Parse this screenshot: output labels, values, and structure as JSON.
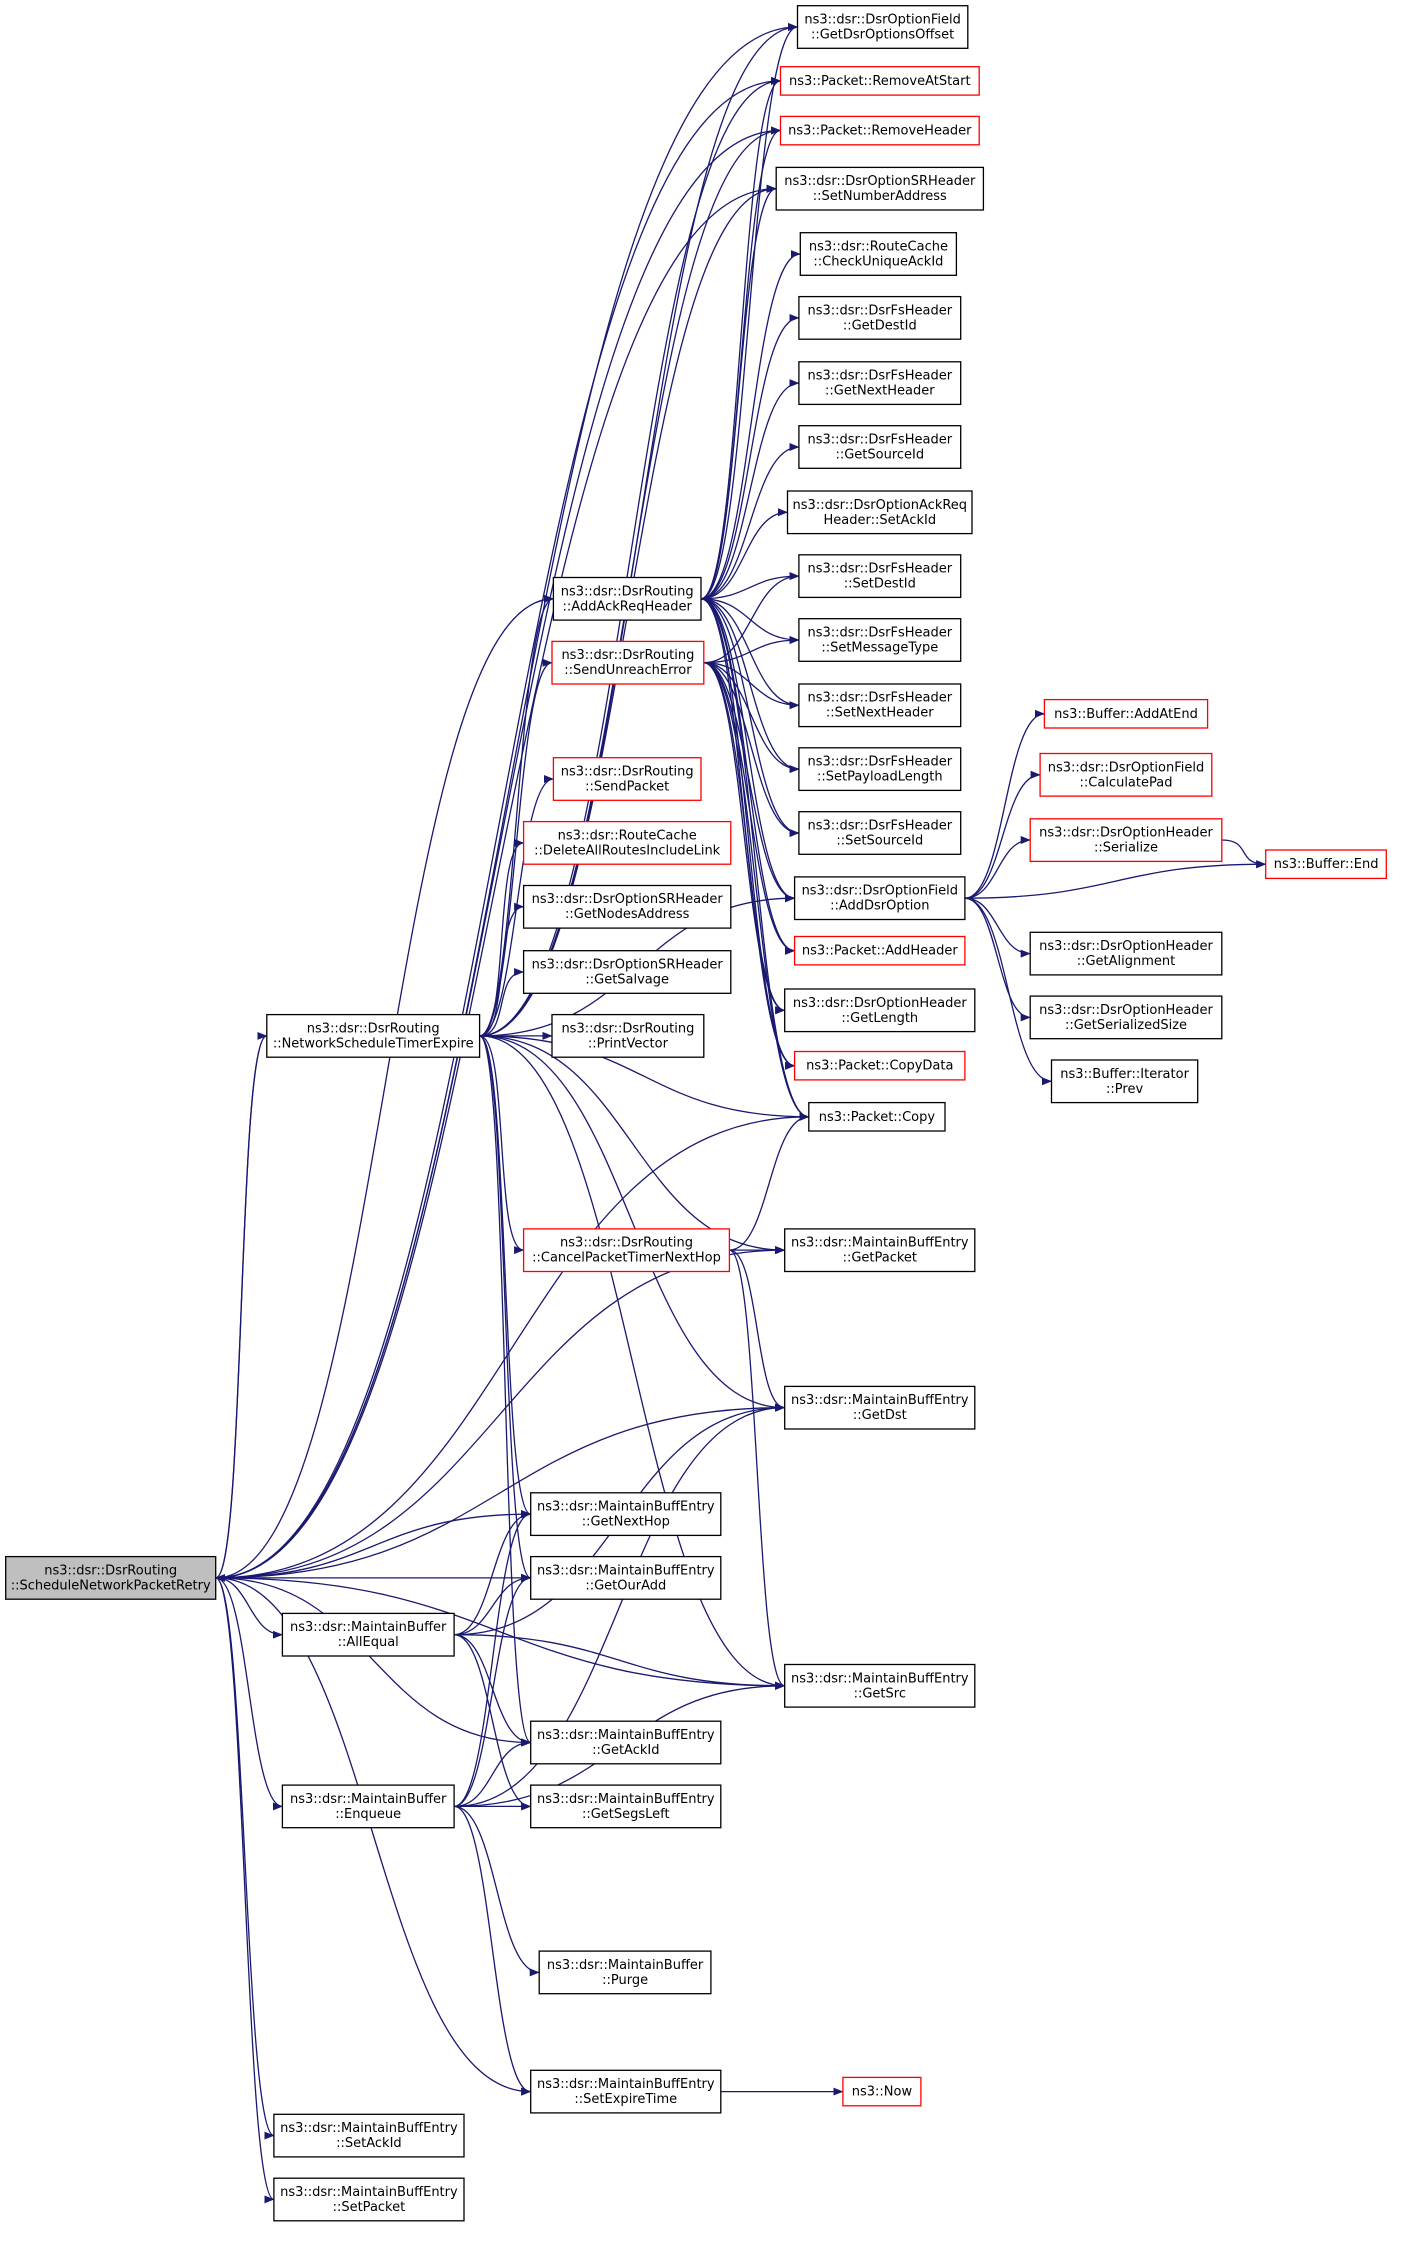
{
  "colors": {
    "edge": "#191970",
    "normal_border": "#000000",
    "truncated_border": "#ff0000",
    "root_fill": "#bfbfbf",
    "node_fill": "#ffffff"
  },
  "nodes": [
    {
      "id": "root",
      "lines": [
        "ns3::dsr::DsrRouting",
        "::ScheduleNetworkPacketRetry"
      ],
      "style": "root"
    },
    {
      "id": "getDsrOptionsOffset",
      "lines": [
        "ns3::dsr::DsrOptionField",
        "::GetDsrOptionsOffset"
      ],
      "style": "normal"
    },
    {
      "id": "removeAtStart",
      "lines": [
        "ns3::Packet::RemoveAtStart"
      ],
      "style": "truncated"
    },
    {
      "id": "removeHeader",
      "lines": [
        "ns3::Packet::RemoveHeader"
      ],
      "style": "truncated"
    },
    {
      "id": "setNumberAddress",
      "lines": [
        "ns3::dsr::DsrOptionSRHeader",
        "::SetNumberAddress"
      ],
      "style": "normal"
    },
    {
      "id": "checkUniqueAckId",
      "lines": [
        "ns3::dsr::RouteCache",
        "::CheckUniqueAckId"
      ],
      "style": "normal"
    },
    {
      "id": "getDestId",
      "lines": [
        "ns3::dsr::DsrFsHeader",
        "::GetDestId"
      ],
      "style": "normal"
    },
    {
      "id": "getNextHeader",
      "lines": [
        "ns3::dsr::DsrFsHeader",
        "::GetNextHeader"
      ],
      "style": "normal"
    },
    {
      "id": "getSourceId",
      "lines": [
        "ns3::dsr::DsrFsHeader",
        "::GetSourceId"
      ],
      "style": "normal"
    },
    {
      "id": "ackReqSetAckId",
      "lines": [
        "ns3::dsr::DsrOptionAckReq",
        "Header::SetAckId"
      ],
      "style": "normal"
    },
    {
      "id": "addAckReqHeader",
      "lines": [
        "ns3::dsr::DsrRouting",
        "::AddAckReqHeader"
      ],
      "style": "normal"
    },
    {
      "id": "setDestId",
      "lines": [
        "ns3::dsr::DsrFsHeader",
        "::SetDestId"
      ],
      "style": "normal"
    },
    {
      "id": "sendUnreachError",
      "lines": [
        "ns3::dsr::DsrRouting",
        "::SendUnreachError"
      ],
      "style": "truncated"
    },
    {
      "id": "setMessageType",
      "lines": [
        "ns3::dsr::DsrFsHeader",
        "::SetMessageType"
      ],
      "style": "normal"
    },
    {
      "id": "setNextHeader",
      "lines": [
        "ns3::dsr::DsrFsHeader",
        "::SetNextHeader"
      ],
      "style": "normal"
    },
    {
      "id": "bufferAddAtEnd",
      "lines": [
        "ns3::Buffer::AddAtEnd"
      ],
      "style": "truncated"
    },
    {
      "id": "sendPacket",
      "lines": [
        "ns3::dsr::DsrRouting",
        "::SendPacket"
      ],
      "style": "truncated"
    },
    {
      "id": "setPayloadLength",
      "lines": [
        "ns3::dsr::DsrFsHeader",
        "::SetPayloadLength"
      ],
      "style": "normal"
    },
    {
      "id": "calculatePad",
      "lines": [
        "ns3::dsr::DsrOptionField",
        "::CalculatePad"
      ],
      "style": "truncated"
    },
    {
      "id": "setSourceId",
      "lines": [
        "ns3::dsr::DsrFsHeader",
        "::SetSourceId"
      ],
      "style": "normal"
    },
    {
      "id": "deleteAllRoutes",
      "lines": [
        "ns3::dsr::RouteCache",
        "::DeleteAllRoutesIncludeLink"
      ],
      "style": "truncated"
    },
    {
      "id": "serialize",
      "lines": [
        "ns3::dsr::DsrOptionHeader",
        "::Serialize"
      ],
      "style": "truncated"
    },
    {
      "id": "bufferEnd",
      "lines": [
        "ns3::Buffer::End"
      ],
      "style": "truncated"
    },
    {
      "id": "addDsrOption",
      "lines": [
        "ns3::dsr::DsrOptionField",
        "::AddDsrOption"
      ],
      "style": "normal"
    },
    {
      "id": "getNodesAddress",
      "lines": [
        "ns3::dsr::DsrOptionSRHeader",
        "::GetNodesAddress"
      ],
      "style": "normal"
    },
    {
      "id": "addHeader",
      "lines": [
        "ns3::Packet::AddHeader"
      ],
      "style": "truncated"
    },
    {
      "id": "getAlignment",
      "lines": [
        "ns3::dsr::DsrOptionHeader",
        "::GetAlignment"
      ],
      "style": "normal"
    },
    {
      "id": "getSalvage",
      "lines": [
        "ns3::dsr::DsrOptionSRHeader",
        "::GetSalvage"
      ],
      "style": "normal"
    },
    {
      "id": "getLength",
      "lines": [
        "ns3::dsr::DsrOptionHeader",
        "::GetLength"
      ],
      "style": "normal"
    },
    {
      "id": "getSerializedSize",
      "lines": [
        "ns3::dsr::DsrOptionHeader",
        "::GetSerializedSize"
      ],
      "style": "normal"
    },
    {
      "id": "networkScheduleTimerExpire",
      "lines": [
        "ns3::dsr::DsrRouting",
        "::NetworkScheduleTimerExpire"
      ],
      "style": "normal"
    },
    {
      "id": "printVector",
      "lines": [
        "ns3::dsr::DsrRouting",
        "::PrintVector"
      ],
      "style": "normal"
    },
    {
      "id": "copyData",
      "lines": [
        "ns3::Packet::CopyData"
      ],
      "style": "truncated"
    },
    {
      "id": "iteratorPrev",
      "lines": [
        "ns3::Buffer::Iterator",
        "::Prev"
      ],
      "style": "normal"
    },
    {
      "id": "packetCopy",
      "lines": [
        "ns3::Packet::Copy"
      ],
      "style": "normal"
    },
    {
      "id": "cancelPacketTimer",
      "lines": [
        "ns3::dsr::DsrRouting",
        "::CancelPacketTimerNextHop"
      ],
      "style": "truncated"
    },
    {
      "id": "getPacket",
      "lines": [
        "ns3::dsr::MaintainBuffEntry",
        "::GetPacket"
      ],
      "style": "normal"
    },
    {
      "id": "getDst",
      "lines": [
        "ns3::dsr::MaintainBuffEntry",
        "::GetDst"
      ],
      "style": "normal"
    },
    {
      "id": "getNextHop",
      "lines": [
        "ns3::dsr::MaintainBuffEntry",
        "::GetNextHop"
      ],
      "style": "normal"
    },
    {
      "id": "getOurAdd",
      "lines": [
        "ns3::dsr::MaintainBuffEntry",
        "::GetOurAdd"
      ],
      "style": "normal"
    },
    {
      "id": "allEqual",
      "lines": [
        "ns3::dsr::MaintainBuffer",
        "::AllEqual"
      ],
      "style": "normal"
    },
    {
      "id": "getSrc",
      "lines": [
        "ns3::dsr::MaintainBuffEntry",
        "::GetSrc"
      ],
      "style": "normal"
    },
    {
      "id": "getAckId",
      "lines": [
        "ns3::dsr::MaintainBuffEntry",
        "::GetAckId"
      ],
      "style": "normal"
    },
    {
      "id": "enqueue",
      "lines": [
        "ns3::dsr::MaintainBuffer",
        "::Enqueue"
      ],
      "style": "normal"
    },
    {
      "id": "getSegsLeft",
      "lines": [
        "ns3::dsr::MaintainBuffEntry",
        "::GetSegsLeft"
      ],
      "style": "normal"
    },
    {
      "id": "purge",
      "lines": [
        "ns3::dsr::MaintainBuffer",
        "::Purge"
      ],
      "style": "normal"
    },
    {
      "id": "setExpireTime",
      "lines": [
        "ns3::dsr::MaintainBuffEntry",
        "::SetExpireTime"
      ],
      "style": "normal"
    },
    {
      "id": "now",
      "lines": [
        "ns3::Now"
      ],
      "style": "truncated"
    },
    {
      "id": "entrySetAckId",
      "lines": [
        "ns3::dsr::MaintainBuffEntry",
        "::SetAckId"
      ],
      "style": "normal"
    },
    {
      "id": "setPacket",
      "lines": [
        "ns3::dsr::MaintainBuffEntry",
        "::SetPacket"
      ],
      "style": "normal"
    }
  ],
  "edges": [
    [
      "root",
      "getDsrOptionsOffset"
    ],
    [
      "root",
      "removeAtStart"
    ],
    [
      "root",
      "removeHeader"
    ],
    [
      "root",
      "setNumberAddress"
    ],
    [
      "root",
      "addAckReqHeader"
    ],
    [
      "root",
      "networkScheduleTimerExpire"
    ],
    [
      "root",
      "packetCopy"
    ],
    [
      "root",
      "getPacket"
    ],
    [
      "root",
      "getDst"
    ],
    [
      "root",
      "getNextHop"
    ],
    [
      "root",
      "getOurAdd"
    ],
    [
      "root",
      "allEqual"
    ],
    [
      "root",
      "getAckId"
    ],
    [
      "root",
      "enqueue"
    ],
    [
      "root",
      "getSrc"
    ],
    [
      "root",
      "setExpireTime"
    ],
    [
      "root",
      "entrySetAckId"
    ],
    [
      "root",
      "setPacket"
    ],
    [
      "addAckReqHeader",
      "getDsrOptionsOffset"
    ],
    [
      "addAckReqHeader",
      "removeAtStart"
    ],
    [
      "addAckReqHeader",
      "removeHeader"
    ],
    [
      "addAckReqHeader",
      "setNumberAddress"
    ],
    [
      "addAckReqHeader",
      "checkUniqueAckId"
    ],
    [
      "addAckReqHeader",
      "getDestId"
    ],
    [
      "addAckReqHeader",
      "getNextHeader"
    ],
    [
      "addAckReqHeader",
      "getSourceId"
    ],
    [
      "addAckReqHeader",
      "ackReqSetAckId"
    ],
    [
      "addAckReqHeader",
      "setDestId"
    ],
    [
      "addAckReqHeader",
      "setMessageType"
    ],
    [
      "addAckReqHeader",
      "setNextHeader"
    ],
    [
      "addAckReqHeader",
      "setPayloadLength"
    ],
    [
      "addAckReqHeader",
      "setSourceId"
    ],
    [
      "addAckReqHeader",
      "addDsrOption"
    ],
    [
      "addAckReqHeader",
      "addHeader"
    ],
    [
      "addAckReqHeader",
      "getLength"
    ],
    [
      "addAckReqHeader",
      "copyData"
    ],
    [
      "addAckReqHeader",
      "packetCopy"
    ],
    [
      "sendUnreachError",
      "setDestId"
    ],
    [
      "sendUnreachError",
      "setMessageType"
    ],
    [
      "sendUnreachError",
      "setNextHeader"
    ],
    [
      "sendUnreachError",
      "setPayloadLength"
    ],
    [
      "sendUnreachError",
      "setSourceId"
    ],
    [
      "sendUnreachError",
      "addDsrOption"
    ],
    [
      "sendUnreachError",
      "addHeader"
    ],
    [
      "sendUnreachError",
      "getLength"
    ],
    [
      "sendUnreachError",
      "copyData"
    ],
    [
      "sendUnreachError",
      "packetCopy"
    ],
    [
      "addDsrOption",
      "bufferAddAtEnd"
    ],
    [
      "addDsrOption",
      "calculatePad"
    ],
    [
      "addDsrOption",
      "serialize"
    ],
    [
      "addDsrOption",
      "bufferEnd"
    ],
    [
      "addDsrOption",
      "getAlignment"
    ],
    [
      "addDsrOption",
      "getSerializedSize"
    ],
    [
      "addDsrOption",
      "iteratorPrev"
    ],
    [
      "serialize",
      "bufferEnd"
    ],
    [
      "networkScheduleTimerExpire",
      "root"
    ],
    [
      "networkScheduleTimerExpire",
      "getDsrOptionsOffset"
    ],
    [
      "networkScheduleTimerExpire",
      "removeAtStart"
    ],
    [
      "networkScheduleTimerExpire",
      "removeHeader"
    ],
    [
      "networkScheduleTimerExpire",
      "setNumberAddress"
    ],
    [
      "networkScheduleTimerExpire",
      "addAckReqHeader"
    ],
    [
      "networkScheduleTimerExpire",
      "sendUnreachError"
    ],
    [
      "networkScheduleTimerExpire",
      "sendPacket"
    ],
    [
      "networkScheduleTimerExpire",
      "deleteAllRoutes"
    ],
    [
      "networkScheduleTimerExpire",
      "getNodesAddress"
    ],
    [
      "networkScheduleTimerExpire",
      "getSalvage"
    ],
    [
      "networkScheduleTimerExpire",
      "printVector"
    ],
    [
      "networkScheduleTimerExpire",
      "packetCopy"
    ],
    [
      "networkScheduleTimerExpire",
      "cancelPacketTimer"
    ],
    [
      "networkScheduleTimerExpire",
      "getPacket"
    ],
    [
      "networkScheduleTimerExpire",
      "getDst"
    ],
    [
      "networkScheduleTimerExpire",
      "getNextHop"
    ],
    [
      "networkScheduleTimerExpire",
      "getOurAdd"
    ],
    [
      "networkScheduleTimerExpire",
      "getSrc"
    ],
    [
      "networkScheduleTimerExpire",
      "getAckId"
    ],
    [
      "networkScheduleTimerExpire",
      "addDsrOption"
    ],
    [
      "cancelPacketTimer",
      "packetCopy"
    ],
    [
      "cancelPacketTimer",
      "getPacket"
    ],
    [
      "cancelPacketTimer",
      "getDst"
    ],
    [
      "cancelPacketTimer",
      "getSrc"
    ],
    [
      "allEqual",
      "getNextHop"
    ],
    [
      "allEqual",
      "getOurAdd"
    ],
    [
      "allEqual",
      "getDst"
    ],
    [
      "allEqual",
      "getSrc"
    ],
    [
      "allEqual",
      "getAckId"
    ],
    [
      "allEqual",
      "getSegsLeft"
    ],
    [
      "enqueue",
      "getNextHop"
    ],
    [
      "enqueue",
      "getOurAdd"
    ],
    [
      "enqueue",
      "getAckId"
    ],
    [
      "enqueue",
      "getSegsLeft"
    ],
    [
      "enqueue",
      "getDst"
    ],
    [
      "enqueue",
      "getSrc"
    ],
    [
      "enqueue",
      "purge"
    ],
    [
      "enqueue",
      "setExpireTime"
    ],
    [
      "setExpireTime",
      "now"
    ]
  ]
}
